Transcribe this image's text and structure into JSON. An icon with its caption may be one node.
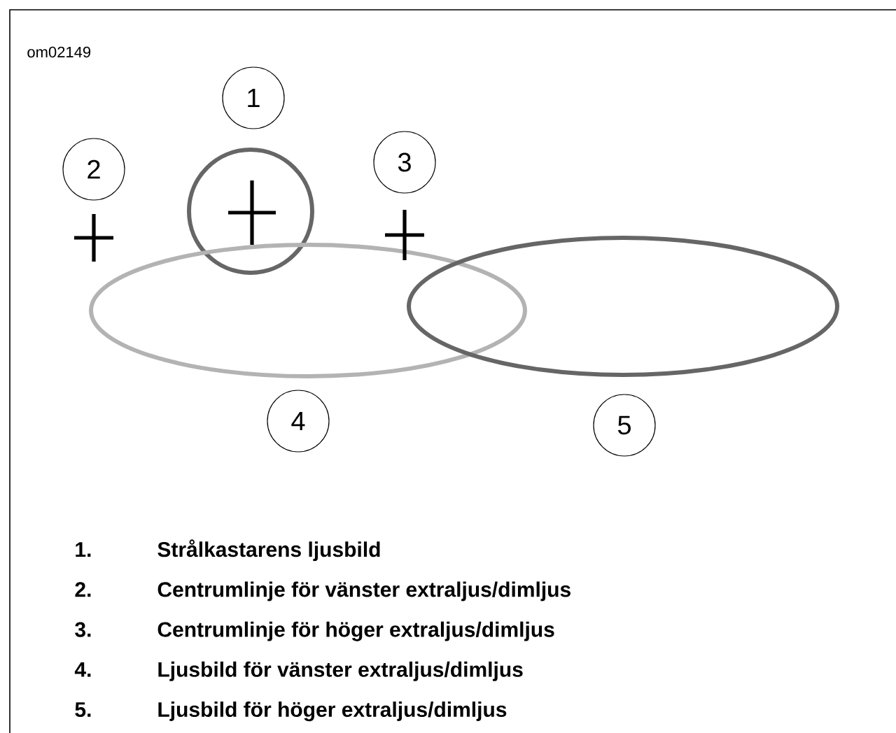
{
  "diagram": {
    "nodes": [
      {
        "text": [
          "1"
        ]
      },
      {
        "text": [
          "2"
        ]
      },
      {
        "text": [
          "3"
        ]
      },
      {
        "text": [
          "4"
        ]
      },
      {
        "text": [
          "5"
        ]
      }
    ],
    "labels": [
      "om02149",
      "1.",
      "Strålkastarens ljusbild",
      "2.",
      "Centrumlinje för vänster extraljus/dimljus",
      "3.",
      "Centrumlinje för höger extraljus/dimljus",
      "4.",
      "Ljusbild för vänster extraljus/dimljus",
      "5.",
      "Ljusbild för höger extraljus/dimljus"
    ]
  }
}
